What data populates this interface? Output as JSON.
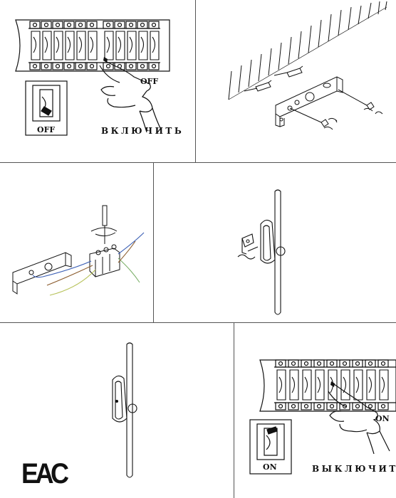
{
  "step1": {
    "switch_label": "OFF",
    "inset_label": "OFF",
    "caption": "ВКЛЮЧИТЬ"
  },
  "step6": {
    "switch_label": "ON",
    "inset_label": "ON",
    "caption": "ВЫКЛЮЧИТЬ"
  },
  "certification_mark": "EAC",
  "wire_colors": {
    "blue": "#3b5fb5",
    "brown": "#8a5a2b",
    "yellow_green": "#b7c25a",
    "green": "#7cb06a"
  }
}
